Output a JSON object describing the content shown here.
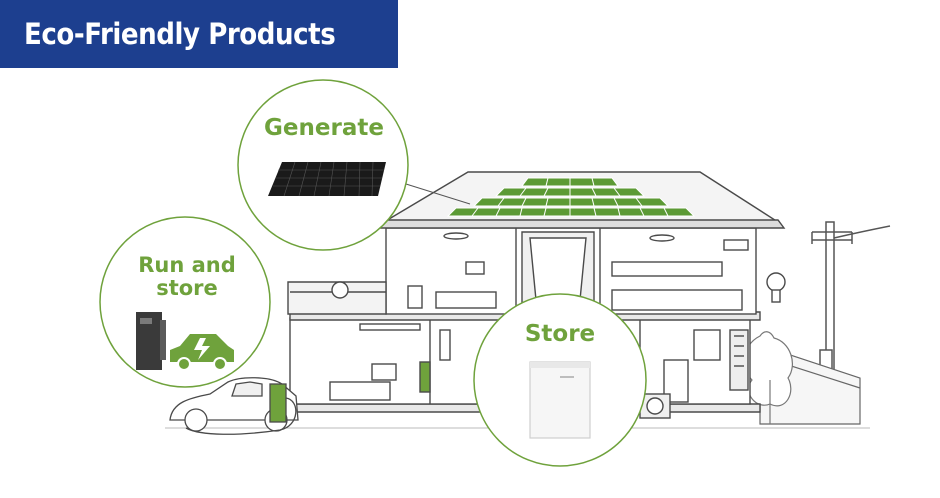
{
  "header": {
    "title": "Eco-Friendly Products"
  },
  "bubbles": {
    "generate": {
      "label": "Generate",
      "icon": "solar-panel-icon"
    },
    "run_and_store": {
      "label": "Run and\nstore",
      "icons": [
        "ev-charger-icon",
        "electric-car-icon"
      ]
    },
    "store": {
      "label": "Store",
      "icon": "home-battery-icon"
    }
  },
  "colors": {
    "title_bg": "#1d3f8f",
    "accent_green": "#6fa23c",
    "panel_green": "#5c9a35",
    "line": "#4a4a4a"
  }
}
